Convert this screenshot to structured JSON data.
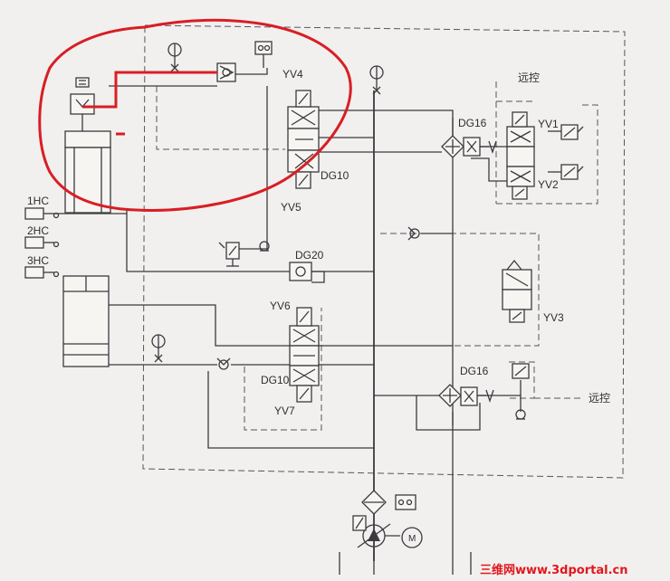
{
  "labels": {
    "yv1": "YV1",
    "yv2": "YV2",
    "yv3": "YV3",
    "yv4": "YV4",
    "yv5": "YV5",
    "yv6": "YV6",
    "yv7": "YV7",
    "dg16_top": "DG16",
    "dg16_bottom": "DG16",
    "dg10_top": "DG10",
    "dg10_bottom": "DG10",
    "dg20": "DG20",
    "hc1": "1HC",
    "hc2": "2HC",
    "hc3": "3HC",
    "remote_top": "远控",
    "remote_bottom": "远控",
    "motor": "M"
  },
  "watermark": "三维网www.3dportal.cn",
  "colors": {
    "line": "#3a3a40",
    "paper": "#f1f0ee",
    "highlight": "#d81e24",
    "watermark": "#e3161c"
  }
}
